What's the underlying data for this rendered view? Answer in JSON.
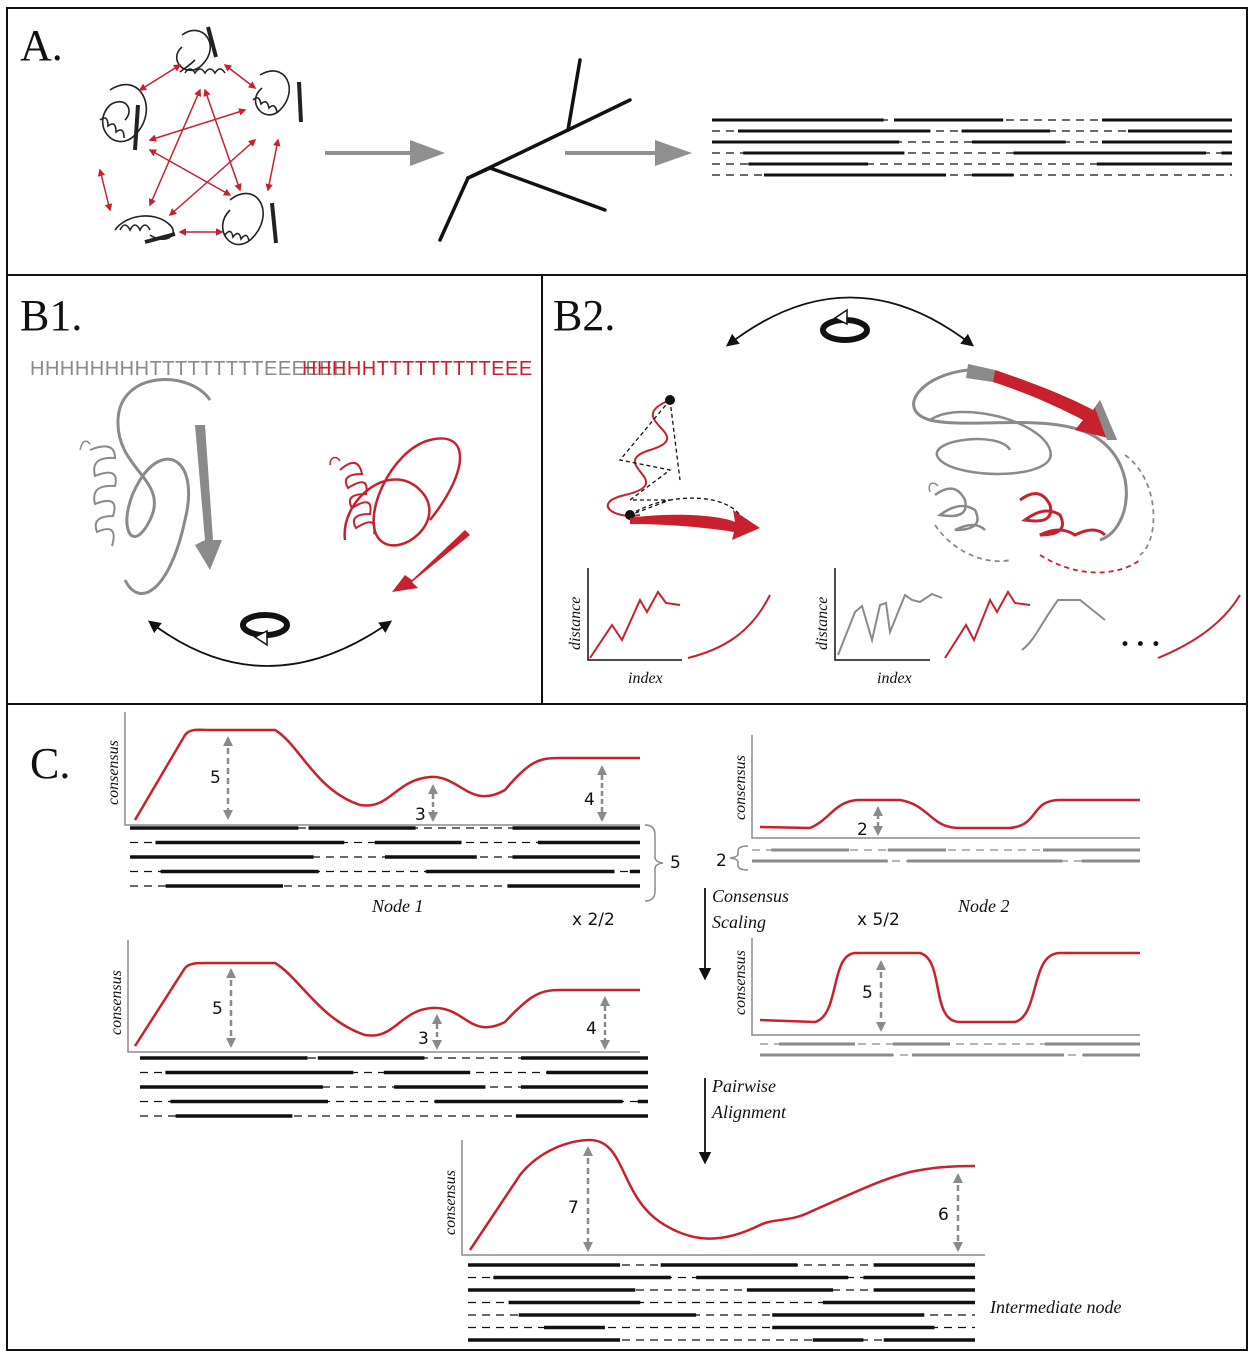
{
  "panels": {
    "a_label": "A.",
    "b1_label": "B1.",
    "b2_label": "B2.",
    "c_label": "C."
  },
  "b1": {
    "seq_gray": "HHHHHHHHTTTTTTTTTEEEEEE",
    "seq_red": "HHHHHTTTTTTTTTEEE"
  },
  "b2": {
    "plot_left": {
      "ylabel": "distance",
      "xlabel": "index"
    },
    "plot_right": {
      "ylabel": "distance",
      "xlabel": "index",
      "ellipsis": "• • •"
    }
  },
  "c": {
    "node1": {
      "ylabel": "consensus",
      "name": "Node 1",
      "scale": "x 2/2",
      "depth_labels": [
        "5",
        "3",
        "4"
      ],
      "bracket_count": "5"
    },
    "node2": {
      "ylabel": "consensus",
      "name": "Node 2",
      "scale": "x 5/2",
      "depth_labels": [
        "2"
      ],
      "bracket_count": "2"
    },
    "node1_scaled": {
      "ylabel": "consensus",
      "depth_labels": [
        "5",
        "3",
        "4"
      ]
    },
    "node2_scaled": {
      "ylabel": "consensus",
      "depth_labels": [
        "5"
      ]
    },
    "step1": {
      "line1": "Consensus",
      "line2": "Scaling"
    },
    "step2": {
      "line1": "Pairwise",
      "line2": "Alignment"
    },
    "merged": {
      "ylabel": "consensus",
      "depth_labels": [
        "7",
        "6"
      ],
      "name": "Intermediate node"
    }
  },
  "colors": {
    "red": "#c8202c",
    "gray": "#8a8a8a",
    "dark": "#111111",
    "arrow_gray": "#8f8f8f"
  }
}
